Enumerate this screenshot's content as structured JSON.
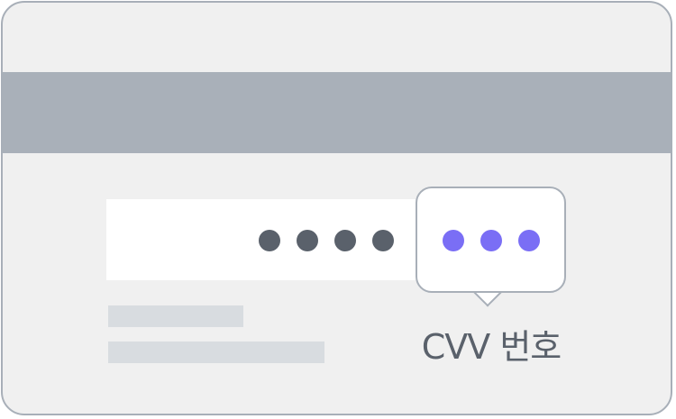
{
  "card": {
    "masked_number_dots": 4,
    "cvc_dots": 3,
    "cvc_label": "CVV 번호"
  },
  "colors": {
    "card_bg": "#f0f0f0",
    "card_border": "#a8afb8",
    "stripe": "#a9b0b9",
    "number_dot": "#5a616b",
    "cvc_dot": "#7a6ef5",
    "placeholder_line": "#d8dce0",
    "label_text": "#5a616b"
  }
}
